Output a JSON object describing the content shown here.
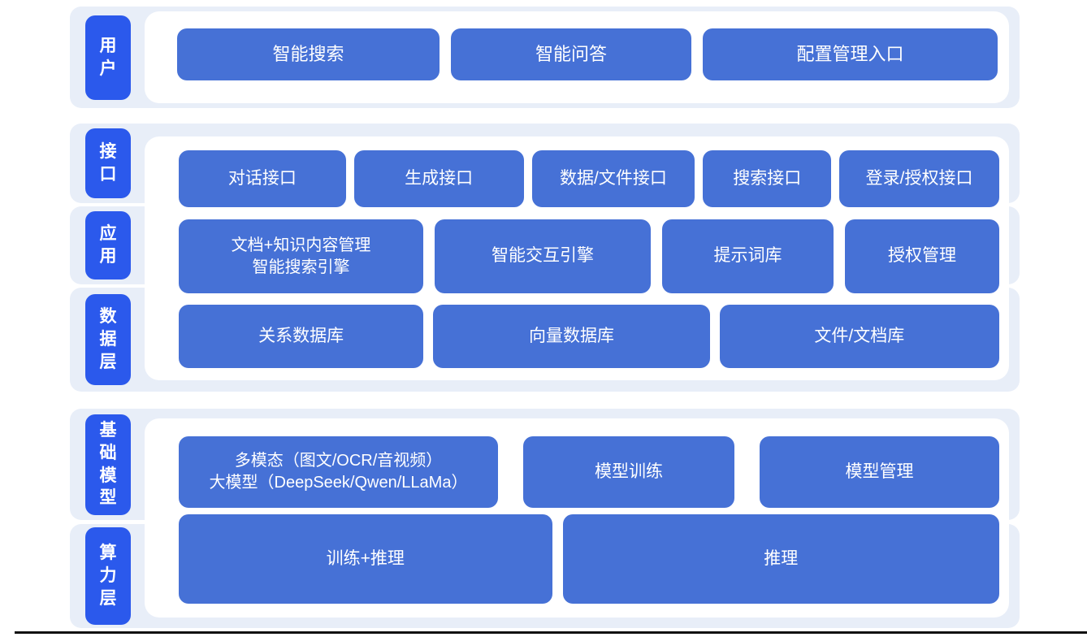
{
  "colors": {
    "label_blue": "#2b59ec",
    "box_blue": "#4671d6",
    "band_light_blue": "#e8eef8",
    "panel_white": "#ffffff",
    "text_white": "#ffffff",
    "footer_line": "#101010"
  },
  "diagram": {
    "sections": [
      {
        "name": "user",
        "labels": [
          {
            "text": "用\n户"
          }
        ],
        "rows": [
          {
            "buttons": [
              {
                "label": "智能搜索"
              },
              {
                "label": "智能问答"
              },
              {
                "label": "配置管理入口"
              }
            ]
          }
        ]
      },
      {
        "name": "interface-application-data",
        "labels": [
          {
            "text": "接\n口"
          },
          {
            "text": "应\n用"
          },
          {
            "text": "数\n据\n层"
          }
        ],
        "rows": [
          {
            "buttons": [
              {
                "label": "对话接口"
              },
              {
                "label": "生成接口"
              },
              {
                "label": "数据/文件接口"
              },
              {
                "label": "搜索接口"
              },
              {
                "label": "登录/授权接口"
              }
            ]
          },
          {
            "buttons": [
              {
                "label": "文档+知识内容管理\n智能搜索引擎"
              },
              {
                "label": "智能交互引擎"
              },
              {
                "label": "提示词库"
              },
              {
                "label": "授权管理"
              }
            ]
          },
          {
            "buttons": [
              {
                "label": "关系数据库"
              },
              {
                "label": "向量数据库"
              },
              {
                "label": "文件/文档库"
              }
            ]
          }
        ]
      },
      {
        "name": "foundation-compute",
        "labels": [
          {
            "text": "基\n础\n模\n型"
          },
          {
            "text": "算\n力\n层"
          }
        ],
        "rows": [
          {
            "buttons": [
              {
                "label": "多模态（图文/OCR/音视频）\n大模型（DeepSeek/Qwen/LLaMa）"
              },
              {
                "label": "模型训练"
              },
              {
                "label": "模型管理"
              }
            ]
          },
          {
            "buttons": [
              {
                "label": "训练+推理"
              },
              {
                "label": "推理"
              }
            ]
          }
        ]
      }
    ]
  }
}
